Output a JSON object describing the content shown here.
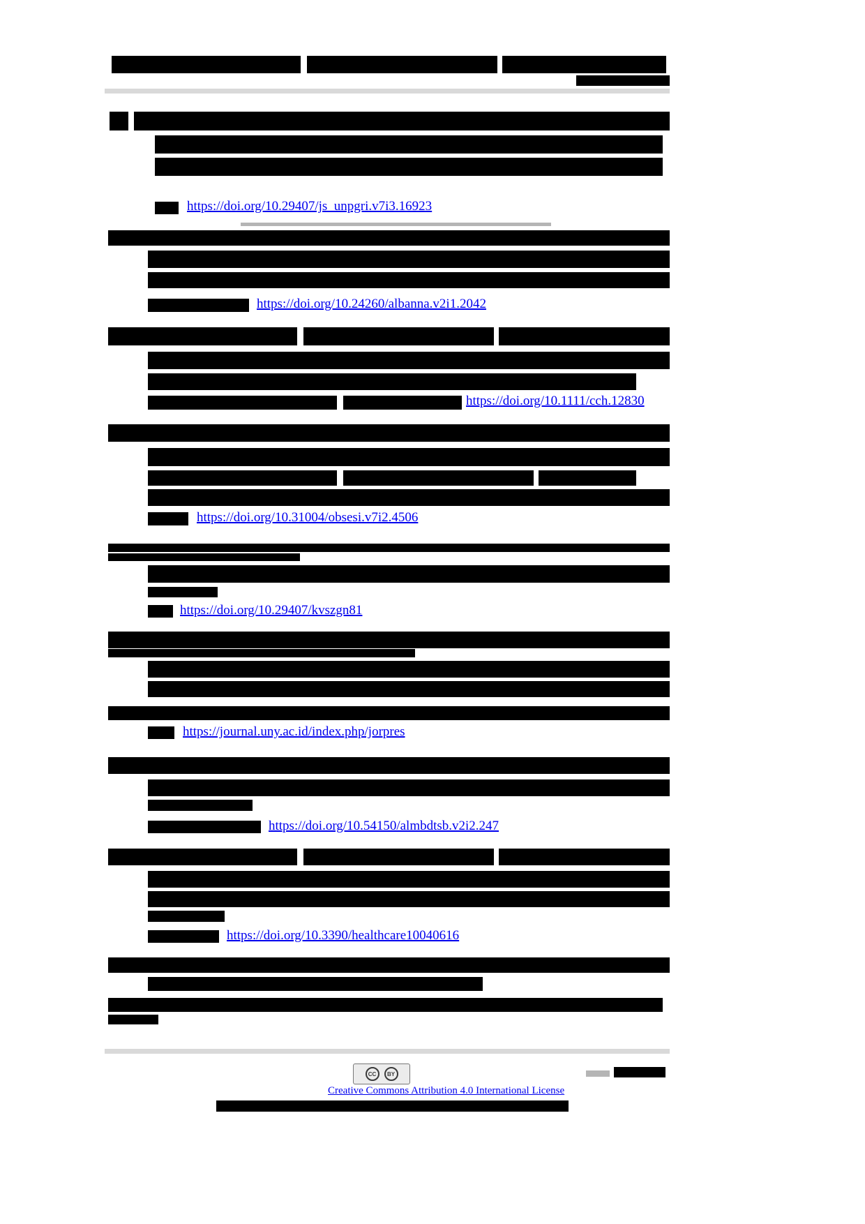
{
  "references": [
    {
      "url": "https://doi.org/10.29407/js_unpgri.v7i3.16923"
    },
    {
      "url": "https://doi.org/10.24260/albanna.v2i1.2042"
    },
    {
      "url": "https://doi.org/10.1111/cch.12830"
    },
    {
      "url": "https://doi.org/10.31004/obsesi.v7i2.4506"
    },
    {
      "url": "https://doi.org/10.29407/kvszgn81"
    },
    {
      "url": "https://journal.uny.ac.id/index.php/jorpres"
    },
    {
      "url": "https://doi.org/10.54150/almbdtsb.v2i2.247"
    },
    {
      "url": "https://doi.org/10.3390/healthcare10040616"
    }
  ],
  "footer": {
    "license_link": "Creative Commons Attribution 4.0 International License",
    "cc_badge": {
      "left_glyph": "CC",
      "right_glyph": "BY"
    }
  },
  "colors": {
    "link": "#0000ee",
    "redaction": "#000000",
    "divider": "#d9d9d9",
    "faint_line": "#b5b5b5"
  }
}
